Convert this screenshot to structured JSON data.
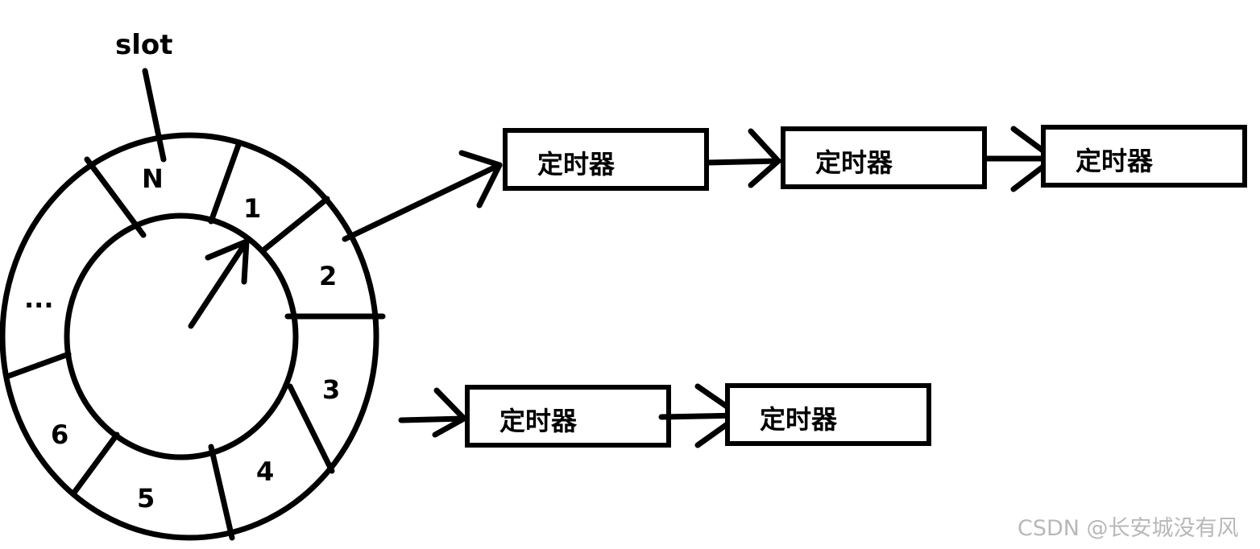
{
  "diagram": {
    "pointer_label": "slot",
    "wheel_slots": [
      "N",
      "1",
      "2",
      "...",
      "3",
      "6",
      "5",
      "4"
    ],
    "chain_top": [
      "定时器",
      "定时器",
      "定时器"
    ],
    "chain_bottom": [
      "定时器",
      "定时器"
    ]
  },
  "watermark": "CSDN @长安城没有风"
}
